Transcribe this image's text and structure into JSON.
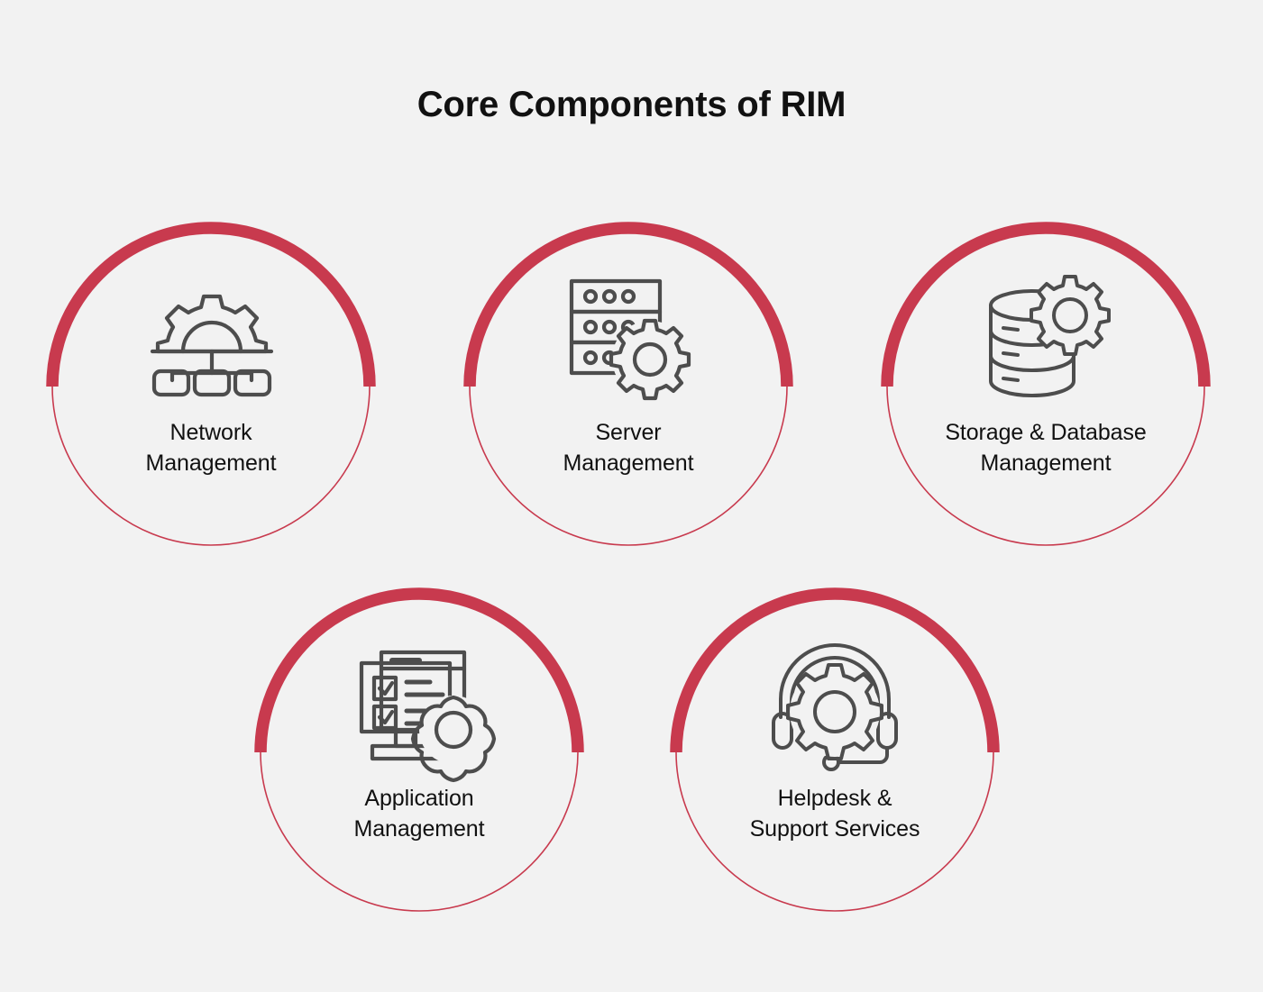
{
  "header": {
    "title": "Core Components of RIM"
  },
  "theme": {
    "background": "#F2F2F2",
    "accent_red": "#C83A4E",
    "ring_thin": "#C83A4E",
    "icon_stroke": "#4D4D4D",
    "text": "#111111"
  },
  "components": [
    {
      "id": "network-management",
      "icon": "network-gear-hierarchy-icon",
      "label_line1": "Network",
      "label_line2": "Management"
    },
    {
      "id": "server-management",
      "icon": "server-rack-gear-icon",
      "label_line1": "Server",
      "label_line2": "Management"
    },
    {
      "id": "storage-database-management",
      "icon": "database-cylinder-gear-icon",
      "label_line1": "Storage & Database",
      "label_line2": "Management"
    },
    {
      "id": "application-management",
      "icon": "monitor-checklist-gear-icon",
      "label_line1": "Application",
      "label_line2": "Management"
    },
    {
      "id": "helpdesk-support-services",
      "icon": "headset-gear-icon",
      "label_line1": "Helpdesk &",
      "label_line2": "Support Services"
    }
  ]
}
